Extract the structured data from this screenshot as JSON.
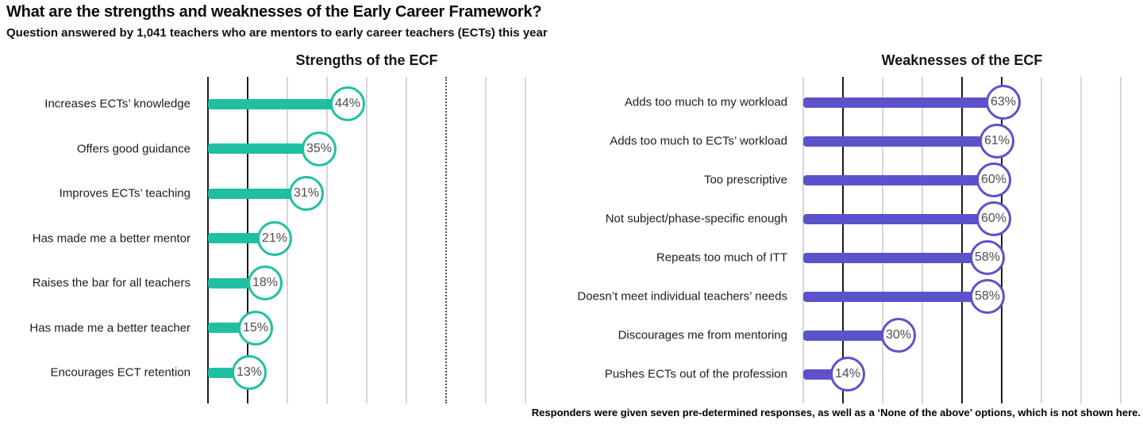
{
  "header": {
    "title": "What are the strengths and weaknesses of the Early Career Framework?",
    "subtitle": "Question answered by 1,041 teachers who are mentors to early career teachers (ECTs) this year"
  },
  "footer": {
    "note": "Responders were given seven pre-determined responses, as well as a ‘None of the above’ options, which is not shown here."
  },
  "colors": {
    "strengths_accent": "#1fc0a0",
    "weaknesses_accent": "#5b53c9",
    "grid_light": "#d6d6d6",
    "grid_dark": "#1c1c1c",
    "label_text": "#1c1c1c",
    "circle_text": "#4d4d4d"
  },
  "chart_data": [
    {
      "type": "bar",
      "orientation": "horizontal",
      "title": "Strengths of the ECF",
      "categories": [
        "Increases ECTs’ knowledge",
        "Offers good guidance",
        "Improves ECTs’ teaching",
        "Has made me a better mentor",
        "Raises the bar for all teachers",
        "Has made me a better teacher",
        "Encourages ECT retention"
      ],
      "values": [
        44,
        35,
        31,
        21,
        18,
        15,
        13
      ],
      "unit": "%",
      "xlim": [
        0,
        100
      ],
      "bar_color": "#1fc0a0",
      "grid": {
        "count": 9,
        "dark_indices": [
          0,
          1
        ],
        "dotted_indices": [
          6
        ]
      },
      "legend": "none"
    },
    {
      "type": "bar",
      "orientation": "horizontal",
      "title": "Weaknesses of the ECF",
      "categories": [
        "Adds too much to my workload",
        "Adds too much to ECTs’ workload",
        "Too prescriptive",
        "Not subject/phase-specific enough",
        "Repeats too much of ITT",
        "Doesn’t meet individual teachers’ needs",
        "Discourages me from mentoring",
        "Pushes ECTs out of the profession"
      ],
      "values": [
        63,
        61,
        60,
        60,
        58,
        58,
        30,
        14
      ],
      "unit": "%",
      "xlim": [
        0,
        100
      ],
      "bar_color": "#5b53c9",
      "grid": {
        "count": 9,
        "dark_indices": [
          1,
          4,
          5
        ],
        "dotted_indices": []
      },
      "legend": "none"
    }
  ]
}
